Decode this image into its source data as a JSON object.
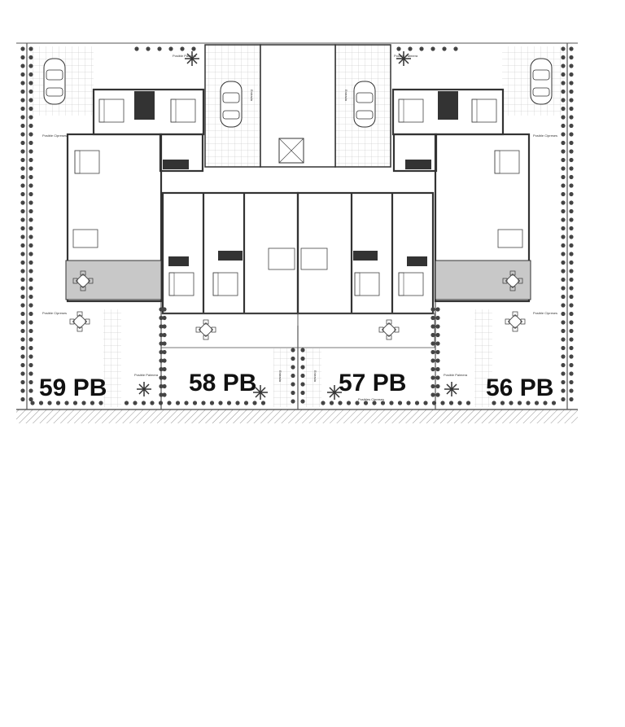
{
  "plan": {
    "units": [
      {
        "label": "59 PB"
      },
      {
        "label": "58 PB"
      },
      {
        "label": "57 PB"
      },
      {
        "label": "56 PB"
      }
    ],
    "annotations": {
      "palm": "Posible Palmera",
      "cypress": "Posible Cipreses",
      "cypress_plural": "Posibles Cipreses",
      "entrance": "Entrada"
    },
    "colors": {
      "terrace": "#c8c8c8",
      "walls": "#333333",
      "trees": "#444444"
    }
  }
}
